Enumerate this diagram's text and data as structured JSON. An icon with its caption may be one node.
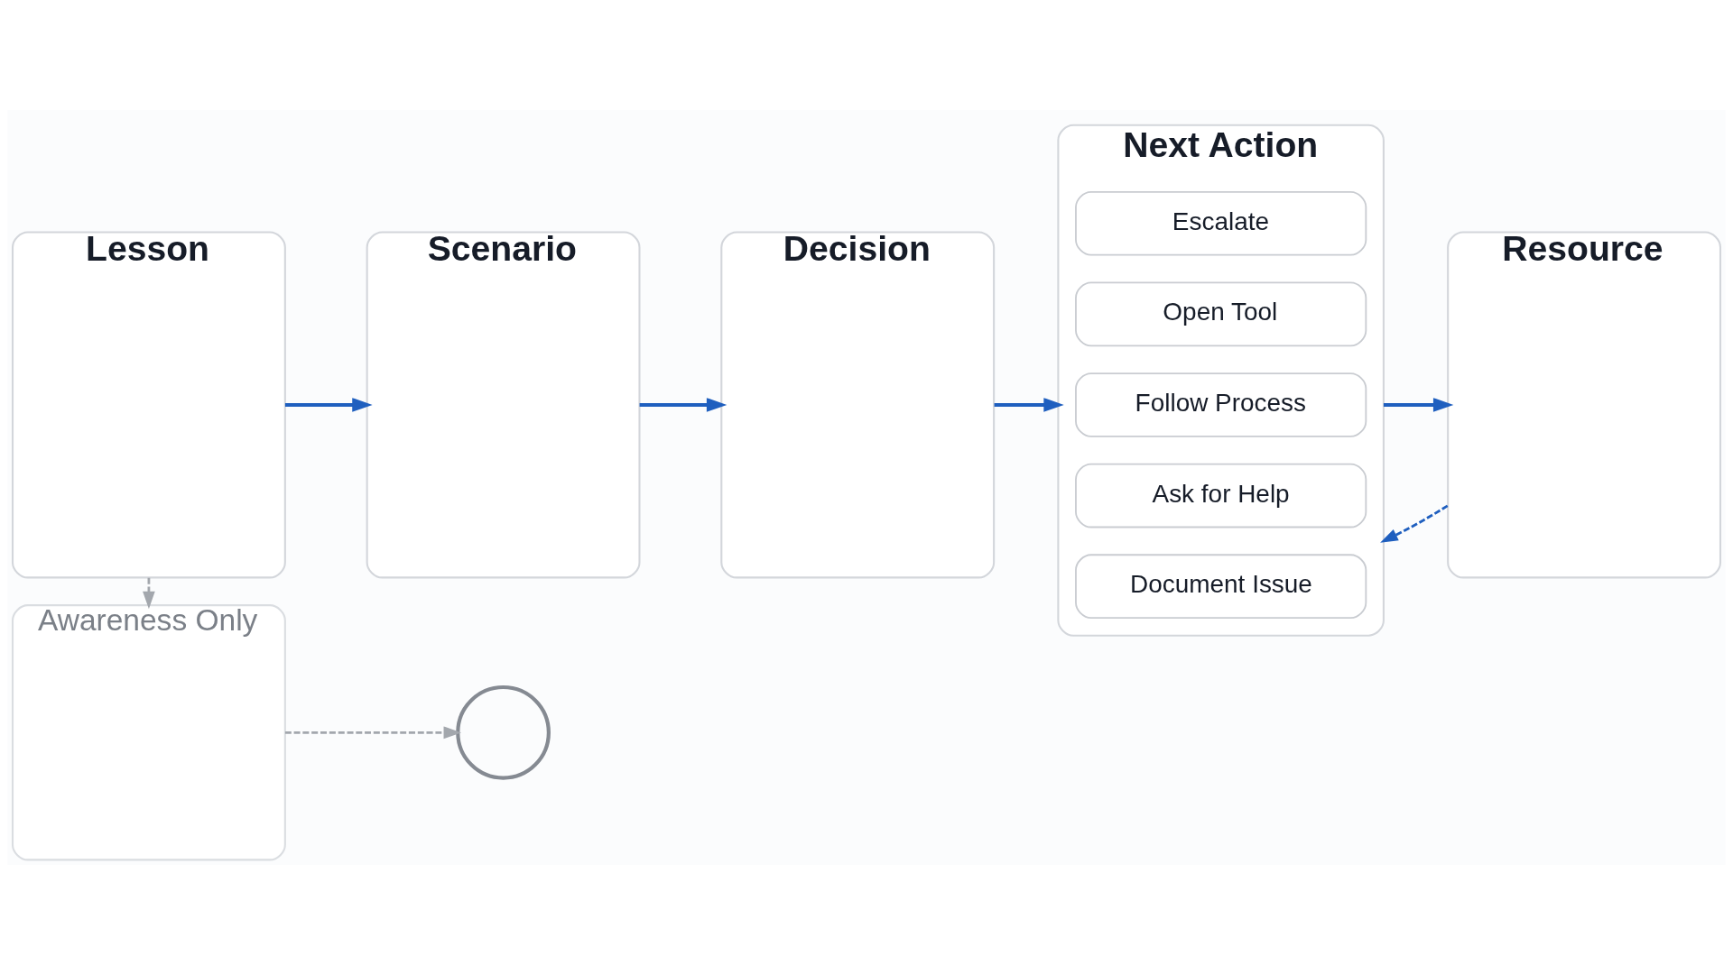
{
  "diagram": {
    "nodes": [
      {
        "text": [
          "Lesson"
        ]
      },
      {
        "text": [
          "Scenario"
        ]
      },
      {
        "text": [
          "Decision"
        ]
      },
      {
        "text": [
          "Next Action"
        ]
      },
      {
        "text": [
          "Escalate"
        ],
        "in": 3
      },
      {
        "text": [
          "Open Tool"
        ],
        "in": 3
      },
      {
        "text": [
          "Follow Process"
        ],
        "in": 3
      },
      {
        "text": [
          "Ask for Help"
        ],
        "in": 3
      },
      {
        "text": [
          "Document Issue"
        ],
        "in": 3
      },
      {
        "text": [
          "Resource"
        ]
      },
      {
        "text": [
          "Awareness Only"
        ]
      },
      {
        "text": [],
        "shape": "circle"
      }
    ],
    "edges": [
      {
        "from": 0,
        "to": 1,
        "arrow": "to"
      },
      {
        "from": 1,
        "to": 2,
        "arrow": "to"
      },
      {
        "from": 2,
        "to": 3,
        "arrow": "to"
      },
      {
        "from": 3,
        "to": 9,
        "arrow": "to"
      },
      {
        "from": 9,
        "to": 3,
        "arrow": "to",
        "style": "dashed"
      },
      {
        "from": 0,
        "to": 10,
        "arrow": "to",
        "style": "dashed",
        "color": "#a3a7ad"
      },
      {
        "from": 10,
        "to": 11,
        "arrow": "to",
        "style": "dashed",
        "color": "#a3a7ad"
      }
    ]
  }
}
